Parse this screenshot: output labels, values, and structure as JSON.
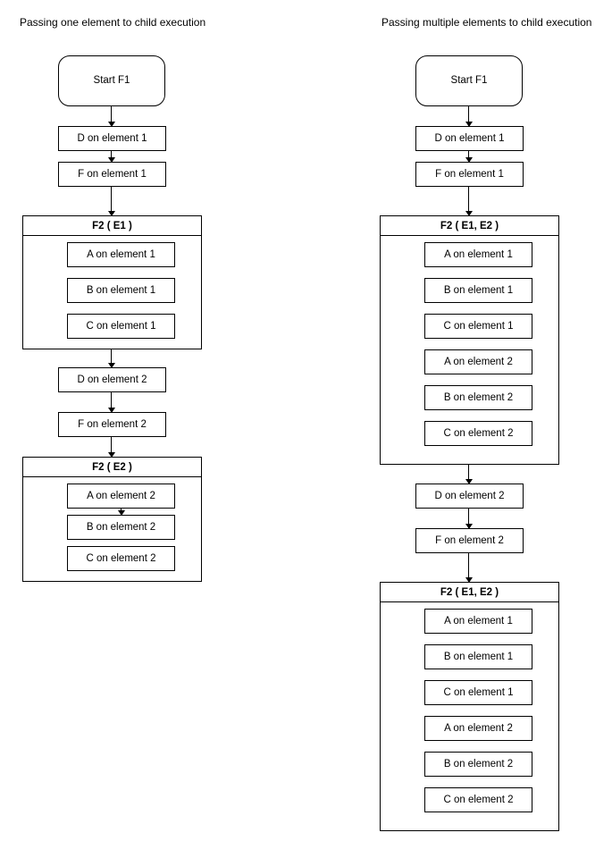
{
  "left": {
    "title": "Passing one element to child execution",
    "start": "Start F1",
    "d1": "D on element 1",
    "f1": "F on element 1",
    "container1": {
      "title": "F2 ( E1 )",
      "items": [
        "A on element 1",
        "B on element 1",
        "C on element 1"
      ]
    },
    "d2": "D on element 2",
    "f2": "F on element 2",
    "container2": {
      "title": "F2 ( E2 )",
      "items": [
        "A on element 2",
        "B on element 2",
        "C on element 2"
      ]
    }
  },
  "right": {
    "title": "Passing multiple elements to child execution",
    "start": "Start F1",
    "d1": "D on element 1",
    "f1": "F on element 1",
    "container1": {
      "title": "F2 ( E1, E2 )",
      "items": [
        "A on element 1",
        "B on element 1",
        "C on element 1",
        "A on element 2",
        "B on element 2",
        "C on element 2"
      ]
    },
    "d2": "D on element 2",
    "f2": "F on element 2",
    "container2": {
      "title": "F2 ( E1, E2 )",
      "items": [
        "A on element 1",
        "B on element 1",
        "C on element 1",
        "A on element 2",
        "B on element 2",
        "C on element 2"
      ]
    }
  }
}
